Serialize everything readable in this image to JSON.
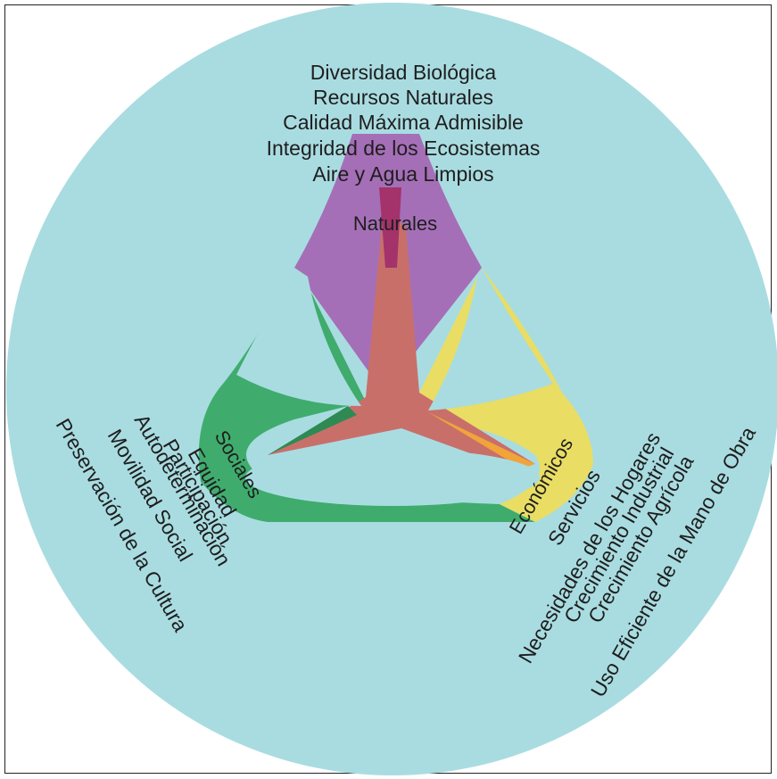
{
  "diagram": {
    "colors": {
      "background": "#a9dce1",
      "natural": "#a56fb7",
      "natural_core": "#a3336a",
      "social": "#3fac6d",
      "economic": "#e9dd64",
      "economic_core": "#f0a43a",
      "center": "#c96f6a"
    },
    "natural": {
      "title": "Naturales",
      "items": [
        "Diversidad Biológica",
        "Recursos Naturales",
        "Calidad Máxima Admisible",
        "Integridad de los Ecosistemas",
        "Aire y Agua Limpios"
      ]
    },
    "social": {
      "title": "Sociales",
      "items": [
        "Equidad",
        "Participación",
        "Autodeterminación",
        "Movilidad Social",
        "Preservación de la Cultura"
      ]
    },
    "economic": {
      "title": "Económicos",
      "items": [
        "Servicios",
        "Necesidades de los Hogares",
        "Crecimiento Industrial",
        "Crecimiento Agrícola",
        "Uso Eficiente de la Mano de Obra"
      ]
    }
  }
}
